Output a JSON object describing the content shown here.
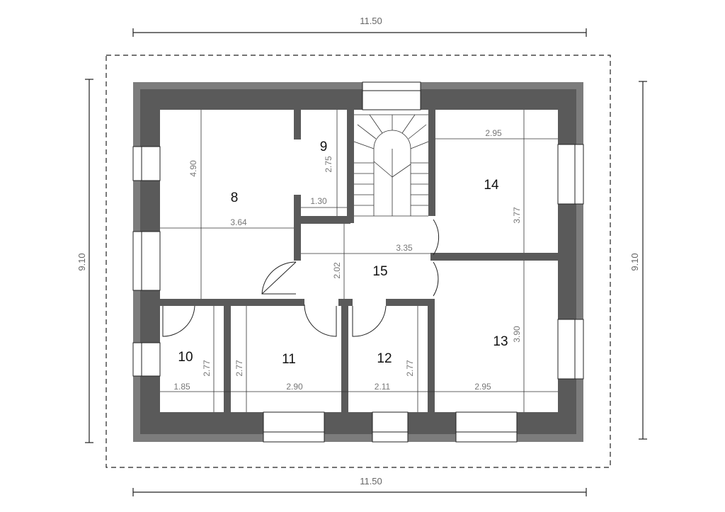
{
  "overall": {
    "width_top": "11.50",
    "width_bottom": "11.50",
    "height_left": "9.10",
    "height_right": "9.10"
  },
  "rooms": [
    {
      "number": "8",
      "dims": [
        "4.90",
        "3.64"
      ]
    },
    {
      "number": "9",
      "dims": [
        "2.75",
        "1.30"
      ]
    },
    {
      "number": "10",
      "dims": [
        "2.77",
        "1.85"
      ]
    },
    {
      "number": "11",
      "dims": [
        "2.77",
        "2.90"
      ]
    },
    {
      "number": "12",
      "dims": [
        "2.77",
        "2.11"
      ]
    },
    {
      "number": "13",
      "dims": [
        "3.90",
        "2.95"
      ]
    },
    {
      "number": "14",
      "dims": [
        "3.77",
        "2.95"
      ]
    },
    {
      "number": "15",
      "dims": [
        "2.02",
        "3.35"
      ]
    }
  ],
  "colors": {
    "wall_dark": "#5a5a5a",
    "wall_light": "#7c7c7c",
    "line": "#111111",
    "dim_text": "#777777"
  }
}
